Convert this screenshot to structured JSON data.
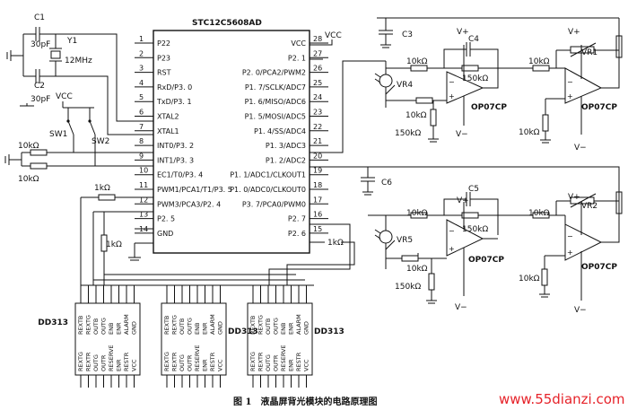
{
  "mcu": {
    "name": "STC12C5608AD",
    "left_pins": [
      {
        "num": "1",
        "label": "P22"
      },
      {
        "num": "2",
        "label": "P23"
      },
      {
        "num": "3",
        "label": "RST"
      },
      {
        "num": "4",
        "label": "RxD/P3. 0"
      },
      {
        "num": "5",
        "label": "TxD/P3. 1"
      },
      {
        "num": "6",
        "label": "XTAL2"
      },
      {
        "num": "7",
        "label": "XTAL1"
      },
      {
        "num": "8",
        "label": "INT0/P3. 2"
      },
      {
        "num": "9",
        "label": "INT1/P3. 3"
      },
      {
        "num": "10",
        "label": "EC1/T0/P3. 4"
      },
      {
        "num": "11",
        "label": "PWM1/PCA1/T1/P3. 5"
      },
      {
        "num": "12",
        "label": "PWM3/PCA3/P2. 4"
      },
      {
        "num": "13",
        "label": "P2. 5"
      },
      {
        "num": "14",
        "label": "GND"
      }
    ],
    "right_pins": [
      {
        "num": "28",
        "label": "VCC"
      },
      {
        "num": "27",
        "label": "P2. 1"
      },
      {
        "num": "26",
        "label": "P2. 0/PCA2/PWM2"
      },
      {
        "num": "25",
        "label": "P1. 7/SCLK/ADC7"
      },
      {
        "num": "24",
        "label": "P1. 6/MISO/ADC6"
      },
      {
        "num": "23",
        "label": "P1. 5/MOSI/ADC5"
      },
      {
        "num": "22",
        "label": "P1. 4/SS/ADC4"
      },
      {
        "num": "21",
        "label": "P1. 3/ADC3"
      },
      {
        "num": "20",
        "label": "P1. 2/ADC2"
      },
      {
        "num": "19",
        "label": "P1. 1/ADC1/CLKOUT1"
      },
      {
        "num": "18",
        "label": "P1. 0/ADC0/CLKOUT0"
      },
      {
        "num": "17",
        "label": "P3. 7/PCA0/PWM0"
      },
      {
        "num": "16",
        "label": "P2. 7"
      },
      {
        "num": "15",
        "label": "P2. 6"
      }
    ]
  },
  "labels": {
    "c1": "C1",
    "c1_val": "30pF",
    "y1": "Y1",
    "y1_val": "12MHz",
    "c2": "C2",
    "c2_val": "30pF",
    "vcc_a": "VCC",
    "vcc_b": "VCC",
    "sw1": "SW1",
    "sw2": "SW2",
    "r_10k_a": "10kΩ",
    "r_10k_b": "10kΩ",
    "r_1k_a": "1kΩ",
    "r_1k_b": "1kΩ",
    "r_1k_c": "1kΩ",
    "c3": "C3",
    "c4": "C4",
    "c5": "C5",
    "c6": "C6",
    "top_r1": "10kΩ",
    "top_r2": "150kΩ",
    "top_r3": "10kΩ",
    "top_r4": "150kΩ",
    "top_r5": "10kΩ",
    "top_r6": "10kΩ",
    "vr1": "VR1",
    "vr4": "VR4",
    "op1": "OP07CP",
    "op2": "OP07CP",
    "bot_r1": "10kΩ",
    "bot_r2": "150kΩ",
    "bot_r3": "10kΩ",
    "bot_r4": "150kΩ",
    "bot_r5": "10kΩ",
    "bot_r6": "10kΩ",
    "vr2": "VR2",
    "vr5": "VR5",
    "op3": "OP07CP",
    "op4": "OP07CP",
    "vplus": "V+",
    "vminus": "V−"
  },
  "dd313": {
    "name": "DD313",
    "top_pins": [
      "REXTB",
      "REXTG",
      "OUTB",
      "OUTG",
      "ENB",
      "ENR",
      "ALARM",
      "GND"
    ],
    "bottom_pins": [
      "REXTG",
      "REXTR",
      "OUTG",
      "OUTR",
      "RESERVE",
      "ENR",
      "RESTR",
      "VCC"
    ]
  },
  "caption": "图 1　液晶屏背光模块的电路原理图",
  "watermark": "www.55dianzi.com"
}
